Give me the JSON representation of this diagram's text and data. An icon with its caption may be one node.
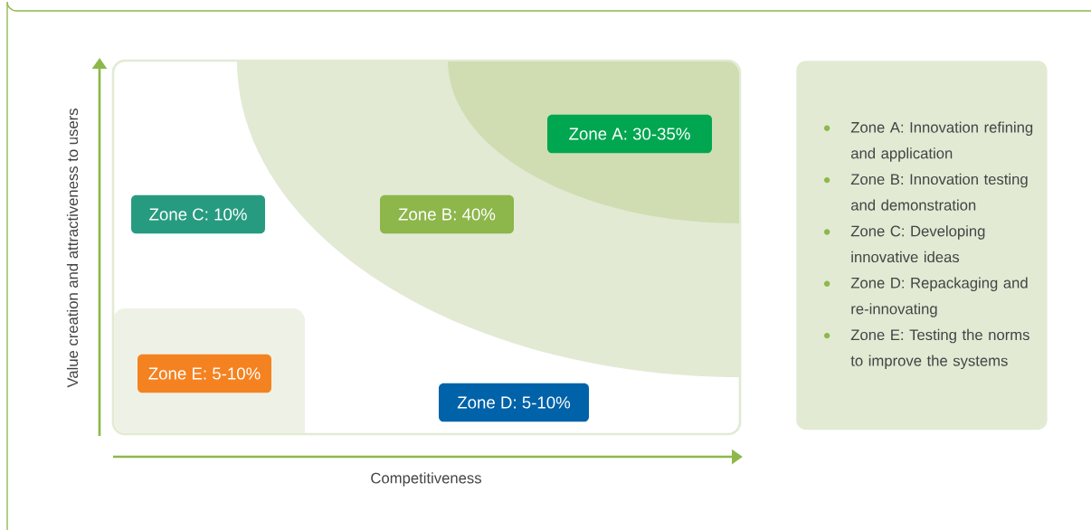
{
  "diagram": {
    "nodes": [
      {
        "text": [
          "Zone A: 30-35%"
        ]
      },
      {
        "text": [
          "Zone C: 10%"
        ]
      },
      {
        "text": [
          "Zone B: 40%"
        ]
      },
      {
        "text": [
          "Zone E: 5-10%"
        ]
      },
      {
        "text": [
          "Zone D: 5-10%"
        ]
      },
      {
        "text": [
          "Zone A: Innovation refining and application",
          "Zone B: Innovation testing and demonstration",
          "Zone C: Developing innovative ideas",
          "Zone D: Repackaging and re-innovating",
          "Zone E: Testing the norms to improve the systems"
        ]
      }
    ],
    "labels": [
      "Value creation and attractiveness to users",
      "Competitiveness"
    ]
  }
}
